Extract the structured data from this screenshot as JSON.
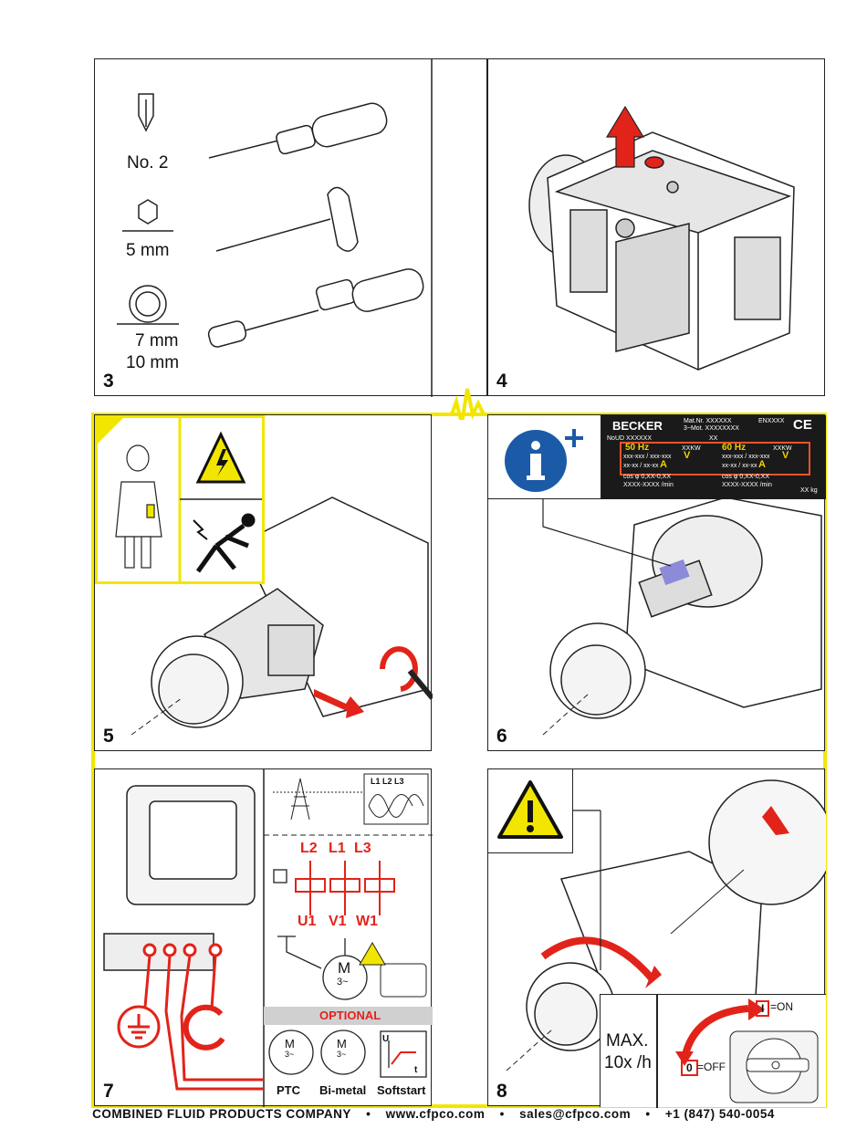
{
  "tools": {
    "screwdriver_label": "No. 2",
    "hex_label": "5 mm",
    "socket_label_1": "7 mm",
    "socket_label_2": "10 mm"
  },
  "steps": {
    "s3": "3",
    "s4": "4",
    "s5": "5",
    "s6": "6",
    "s7": "7",
    "s8": "8"
  },
  "nameplate": {
    "brand": "BECKER",
    "mat_nr": "Mat.Nr. XXXXXX",
    "mot": "3~Mot. XXXXXXXX",
    "enx": "ENXXXX",
    "nour": "NoUD XXXXXX",
    "xx": "XX",
    "ce": "CE",
    "hz50": "50 Hz",
    "hz60": "60 Hz",
    "kw": "XXKW",
    "volt": "xxx-xxx / xxx-xxx",
    "v_sym": "V",
    "amp": "xx-xx / xx-xx",
    "a_sym": "A",
    "cos": "cos φ 0,XX-0,XX",
    "rpm": "XXXX-XXXX /min",
    "kg": "XX kg"
  },
  "wiring": {
    "phases_top": "L1 L2 L3",
    "l2": "L2",
    "l1": "L1",
    "l3": "L3",
    "u1": "U1",
    "v1": "V1",
    "w1": "W1",
    "motor": "M",
    "motor_sub": "3~",
    "optional": "OPTIONAL",
    "ptc": "PTC",
    "bimetal": "Bi-metal",
    "softstart": "Softstart",
    "u": "U",
    "t": "t"
  },
  "step8": {
    "max": "MAX.",
    "freq": "10x /h",
    "on_key": "I",
    "on_label": "=ON",
    "off_key": "0",
    "off_label": "=OFF"
  },
  "footer": {
    "company": "COMBINED FLUID PRODUCTS COMPANY",
    "web": "www.cfpco.com",
    "email": "sales@cfpco.com",
    "phone": "+1 (847) 540-0054",
    "sep": "•"
  },
  "colors": {
    "accent_red": "#e2231a",
    "yellow": "#f2e600",
    "info_blue": "#1b5aa6"
  }
}
